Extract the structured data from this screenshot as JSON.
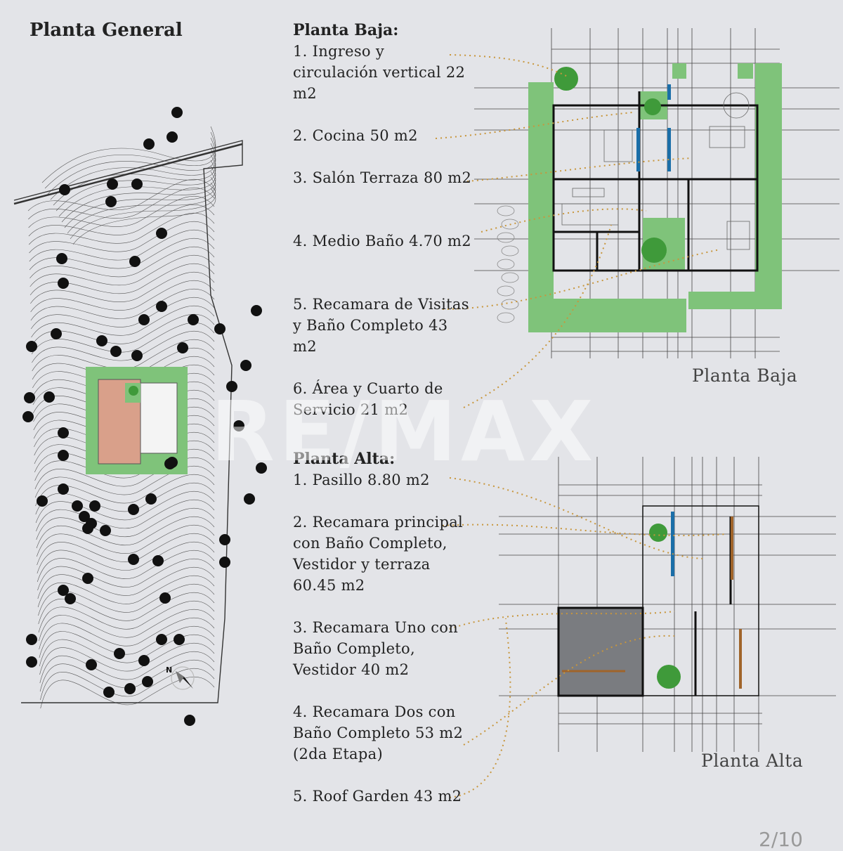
{
  "general": {
    "title": "Planta General"
  },
  "baja": {
    "title": "Planta Baja:",
    "caption": "Planta Baja",
    "items": [
      "1.  Ingreso y circulación vertical 22 m2",
      "2.  Cocina 50 m2",
      "3.  Salón Terraza 80 m2",
      "4.  Medio Baño 4.70 m2",
      "5.  Recamara de Visitas y Baño Completo 43 m2",
      "6.  Área y Cuarto de Servicio 21 m2"
    ]
  },
  "alta": {
    "title": "Planta Alta:",
    "caption": "Planta Alta",
    "items": [
      "1.  Pasillo 8.80 m2",
      "2.  Recamara principal con Baño Completo, Vestidor y terraza 60.45 m2",
      "3.  Recamara Uno con Baño Completo, Vestidor 40 m2",
      "4.  Recamara Dos con Baño Completo 53 m2 (2da Etapa)",
      "5.  Roof Garden 43 m2"
    ]
  },
  "watermark": "RE/MAX",
  "page_number": "2/10",
  "colors": {
    "background": "#e3e4e8",
    "green": "#7fc37a",
    "leader": "#c8963c",
    "stair_blue": "#1a6ea8",
    "wood": "#a0642a",
    "terrace": "#d9a08a"
  }
}
